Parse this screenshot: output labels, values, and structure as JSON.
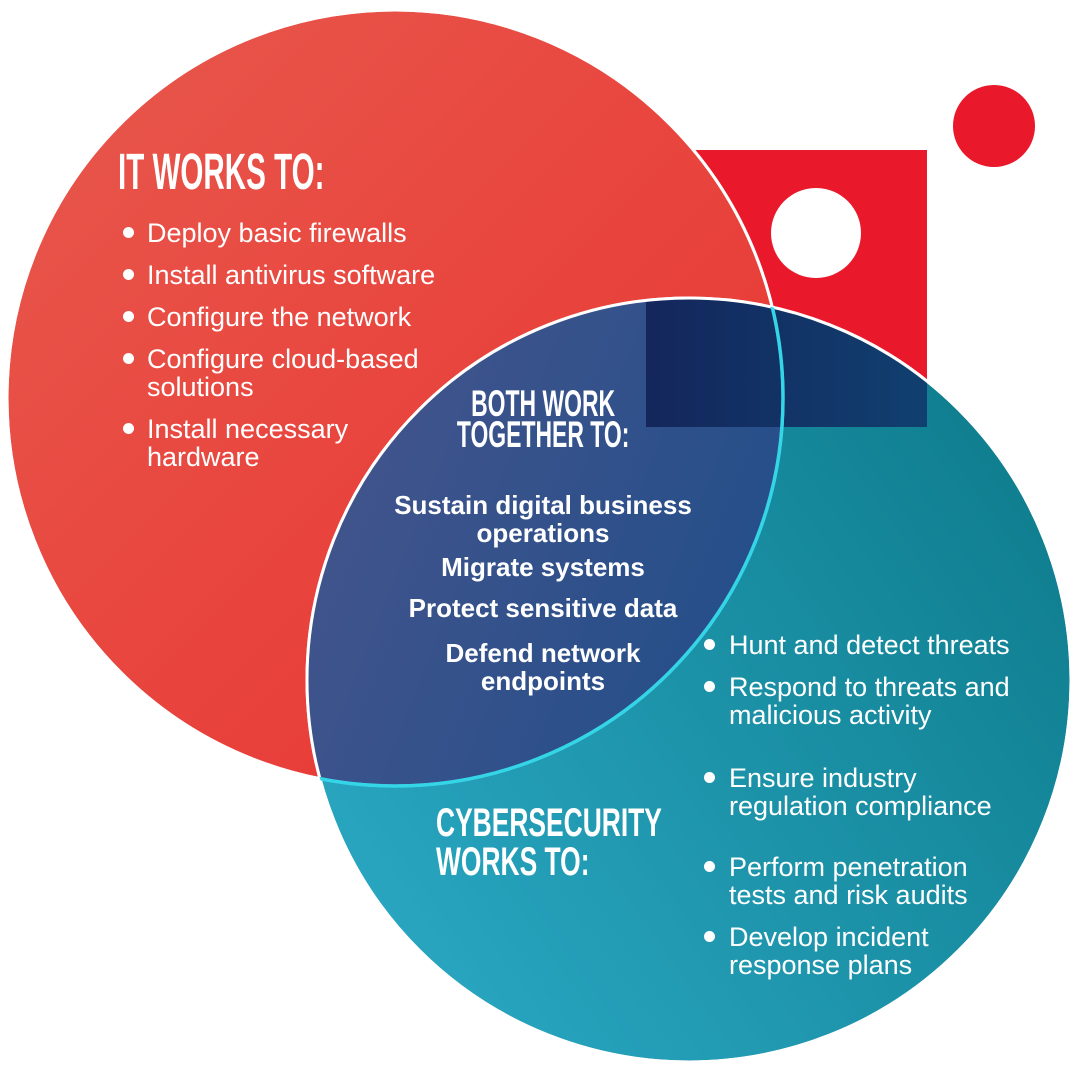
{
  "title": "IT vs Cybersecurity Venn diagram",
  "it_circle": {
    "heading": "IT WORKS TO:",
    "items": [
      "Deploy basic firewalls",
      "Install antivirus software",
      "Configure the network",
      "Configure cloud-based\nsolutions",
      "Install necessary\nhardware"
    ]
  },
  "both_overlap": {
    "heading_line1": "BOTH WORK",
    "heading_line2": "TOGETHER TO:",
    "items": [
      "Sustain digital business\noperations",
      "Migrate systems",
      "Protect sensitive data",
      "Defend network\nendpoints"
    ]
  },
  "cyber_circle": {
    "heading_line1": "CYBERSECURITY",
    "heading_line2": "WORKS TO:",
    "items": [
      "Hunt and detect threats",
      "Respond to threats and\nmalicious activity",
      "Ensure industry\nregulation compliance",
      "Perform penetration\ntests and risk audits",
      "Develop incident\nresponse plans"
    ]
  },
  "colors": {
    "background": "#ffffff",
    "red_light": "#e7594d",
    "red_deep": "#e93431",
    "square_red": "#e9182a",
    "dot_red": "#e9182a",
    "teal_light": "#2ba9c5",
    "teal_deep": "#0d7b8b",
    "lens_light": "#42548c",
    "lens_deep": "#0c4a88",
    "navy_left": "#14265c",
    "navy_right": "#10406f",
    "stroke_white": "#ffffff",
    "stroke_cyan": "#34d5e7",
    "text": "#ffffff"
  }
}
